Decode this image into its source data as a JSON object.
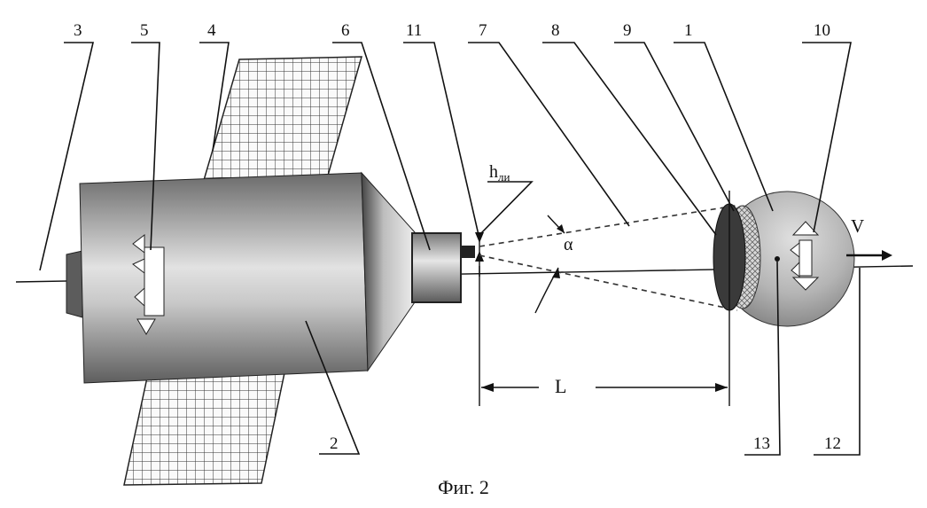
{
  "figure": {
    "caption": "Фиг. 2",
    "labels": {
      "n1": "1",
      "n2": "2",
      "n3": "3",
      "n4": "4",
      "n5": "5",
      "n6": "6",
      "n7": "7",
      "n8": "8",
      "n9": "9",
      "n10": "10",
      "n11": "11",
      "n12": "12",
      "n13": "13"
    },
    "symbols": {
      "h_main": "h",
      "h_sub": "ли",
      "alpha": "α",
      "L": "L",
      "V": "V"
    }
  }
}
